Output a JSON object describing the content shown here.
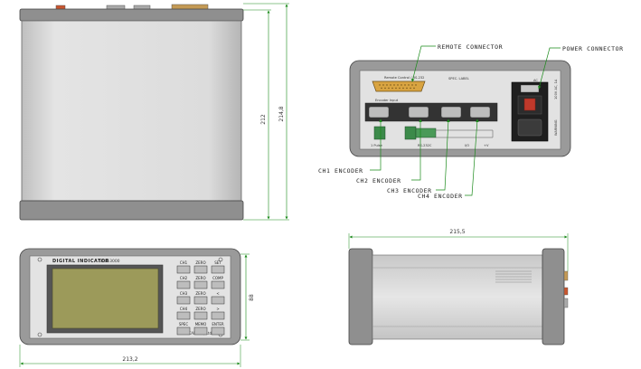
{
  "dimensions": {
    "top_height_inner": "212",
    "top_height_outer": "214,8",
    "front_height": "88",
    "front_width": "213,2",
    "side_width": "215,5"
  },
  "callouts": {
    "remote_connector": "REMOTE CONNECTOR",
    "power_connector": "POWER CONNECTOR",
    "ch1_encoder": "CH1 ENCODER",
    "ch2_encoder": "CH2 ENCODER",
    "ch3_encoder": "CH3 ENCODER",
    "ch4_encoder": "CH4 ENCODER"
  },
  "front_panel": {
    "title": "DIGITAL INDICATOR",
    "model": "SCD-3000",
    "maker": "IRCAM Co., Ltd.",
    "keys": [
      [
        "CH1",
        "ZERO",
        "SET"
      ],
      [
        "CH2",
        "ZERO",
        "COMP"
      ],
      [
        "CH3",
        "ZERO",
        "<"
      ],
      [
        "CH4",
        "ZERO",
        ">"
      ],
      [
        "SPEC",
        "MEMO",
        "ENTER"
      ]
    ]
  },
  "rear_panel": {
    "connector_label": "REMOTE CONNECTOR",
    "ch_labels": [
      "CH1",
      "CH2",
      "CH3",
      "CH4"
    ]
  },
  "colors": {
    "body": "#d6d6d6",
    "endcap": "#8e8e8e",
    "dimension_line": "#1a8a1a",
    "lcd": "#9c9a5a",
    "connector": "#d9a441",
    "switch_red": "#c0392b"
  }
}
